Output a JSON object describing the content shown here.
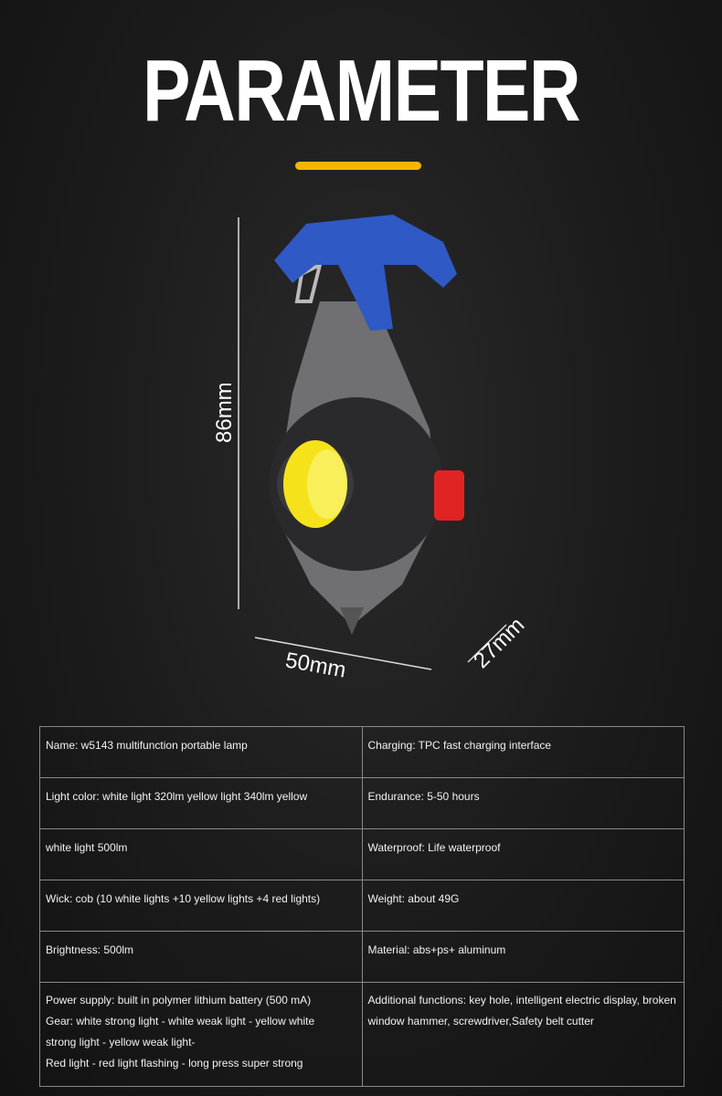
{
  "title": "PARAMETER",
  "accent_color": "#f4b400",
  "dimensions": {
    "height": "86mm",
    "width": "50mm",
    "depth": "27mm"
  },
  "specs": [
    {
      "left": "Name: w5143 multifunction portable lamp",
      "right": "Charging: TPC fast charging interface"
    },
    {
      "left": "Light color: white light 320lm yellow light 340lm yellow",
      "right": "Endurance: 5-50 hours"
    },
    {
      "left": "white light 500lm",
      "right": "Waterproof: Life waterproof"
    },
    {
      "left": "Wick: cob (10 white lights +10 yellow lights +4 red lights)",
      "right": "Weight: about 49G"
    },
    {
      "left": "Brightness: 500lm",
      "right": "Material: abs+ps+ aluminum"
    }
  ],
  "last_row": {
    "left": [
      "Power supply: built in polymer lithium battery (500 mA)",
      "Gear: white strong light - white weak light - yellow white",
      "strong light - yellow weak light-",
      "Red light - red light flashing - long press super strong"
    ],
    "right": [
      "Additional functions: key hole, intelligent electric display, broken",
      "window hammer, screwdriver,Safety belt cutter"
    ]
  }
}
